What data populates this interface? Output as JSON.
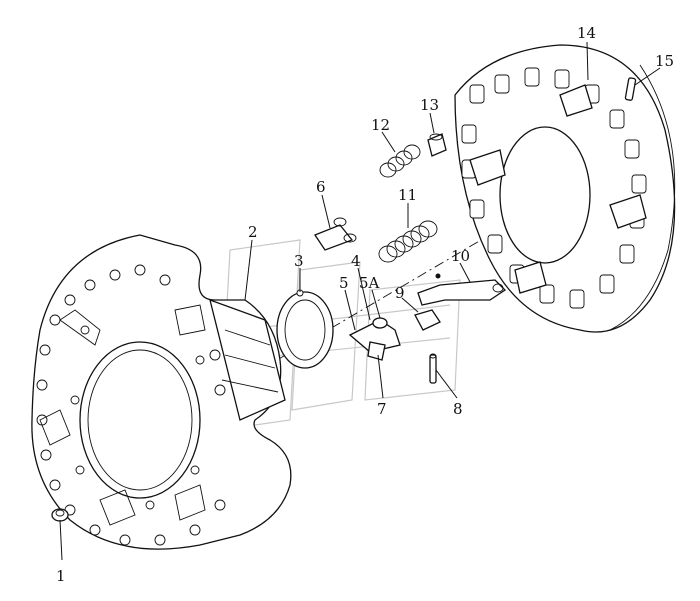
{
  "parts": [
    {
      "id": "1",
      "label": "1"
    },
    {
      "id": "2",
      "label": "2"
    },
    {
      "id": "3",
      "label": "3"
    },
    {
      "id": "4",
      "label": "4"
    },
    {
      "id": "5",
      "label": "5"
    },
    {
      "id": "5A",
      "label": "5A"
    },
    {
      "id": "6",
      "label": "6"
    },
    {
      "id": "7",
      "label": "7"
    },
    {
      "id": "8",
      "label": "8"
    },
    {
      "id": "9",
      "label": "9"
    },
    {
      "id": "10",
      "label": "10"
    },
    {
      "id": "11",
      "label": "11"
    },
    {
      "id": "12",
      "label": "12"
    },
    {
      "id": "13",
      "label": "13"
    },
    {
      "id": "14",
      "label": "14"
    },
    {
      "id": "15",
      "label": "15"
    }
  ]
}
